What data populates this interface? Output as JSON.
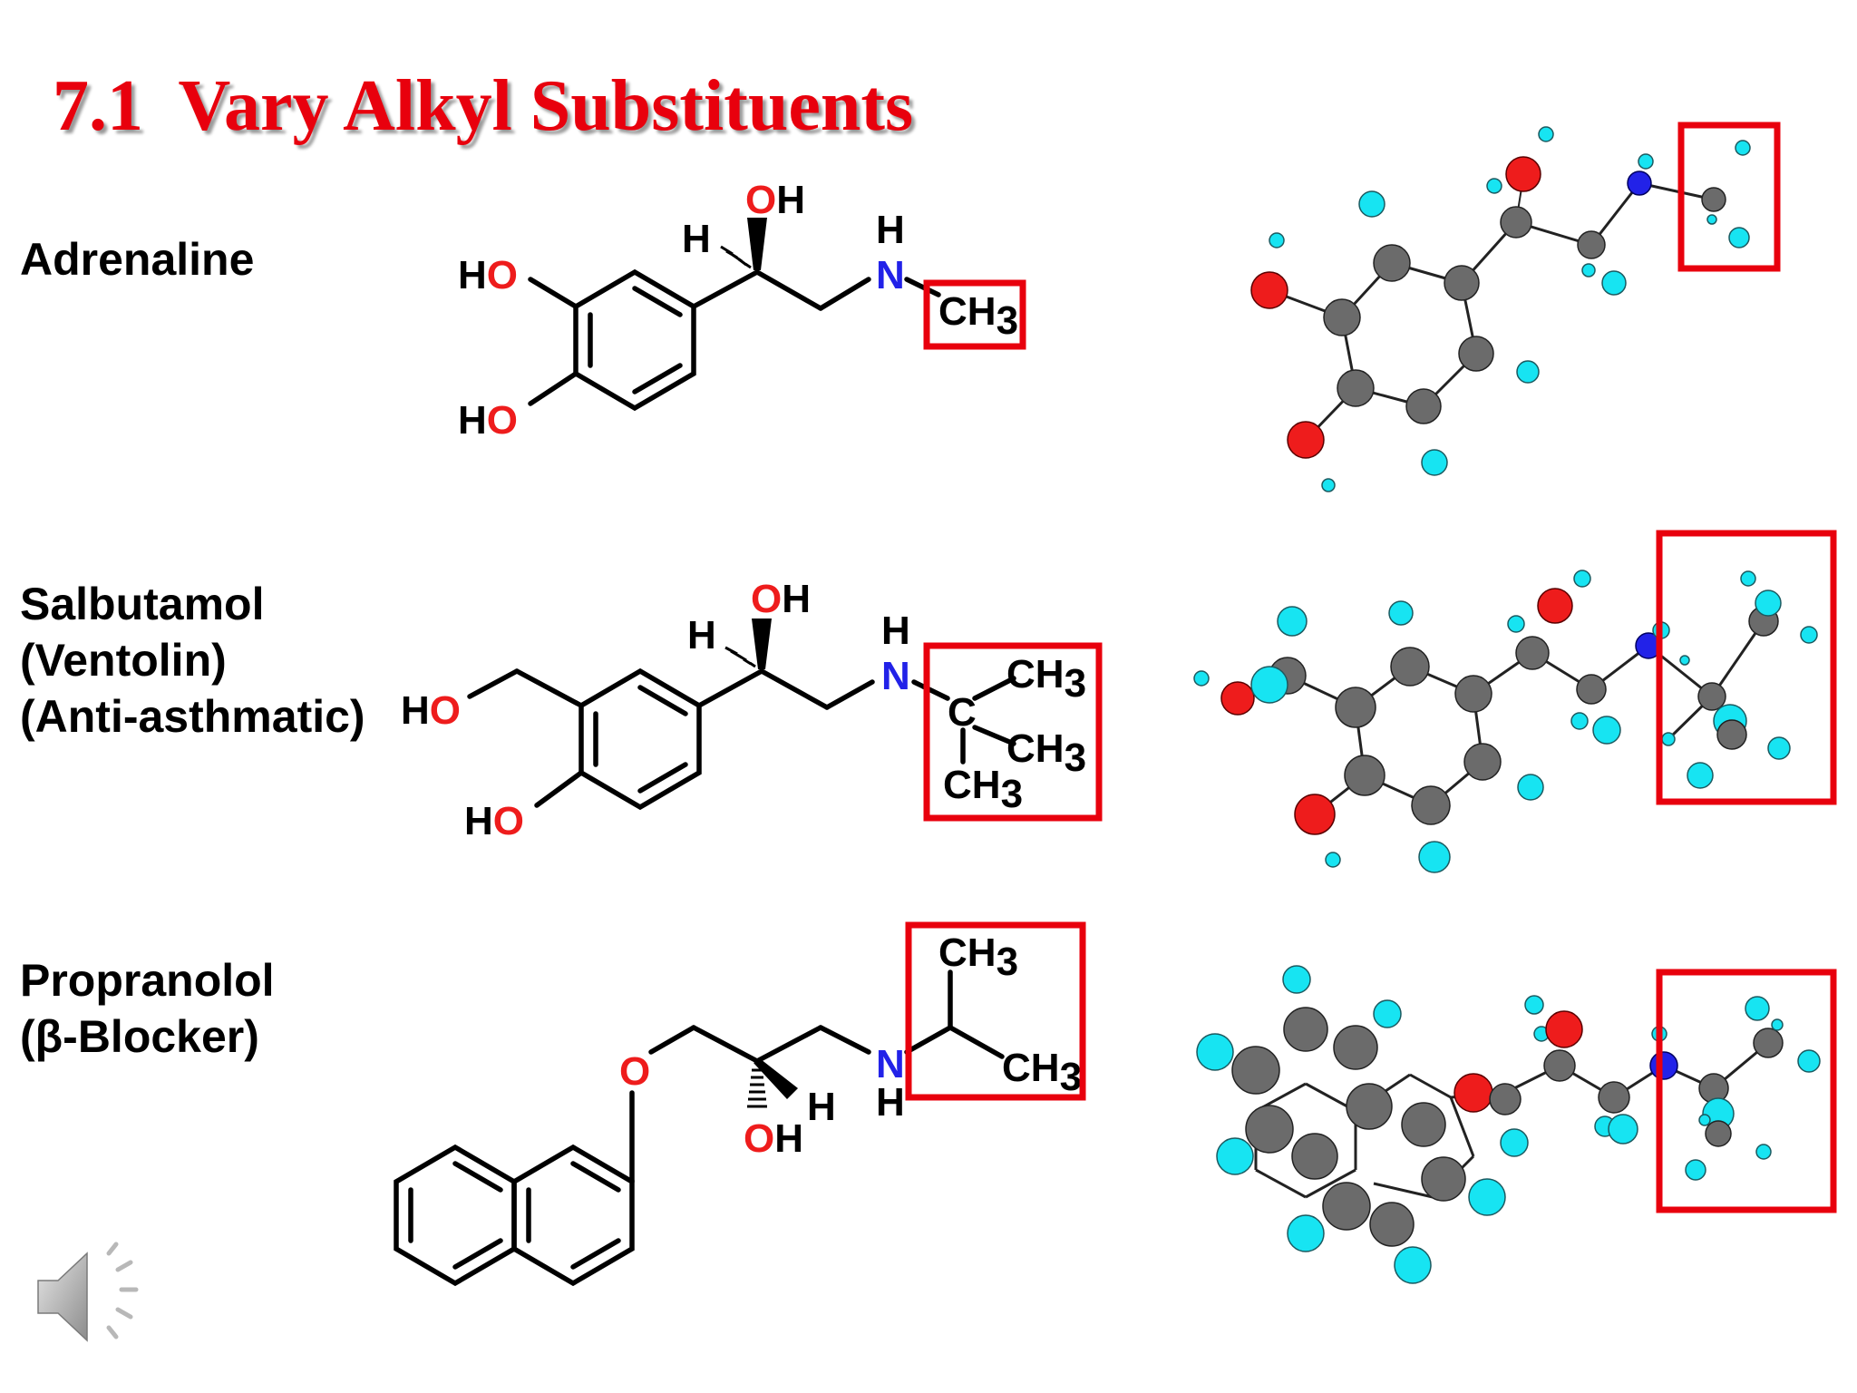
{
  "slide": {
    "title": "7.1  Vary Alkyl Substituents"
  },
  "drugs": [
    {
      "name_lines": [
        "Adrenaline"
      ]
    },
    {
      "name_lines": [
        "Salbutamol",
        "(Ventolin)",
        "(Anti-asthmatic)"
      ]
    },
    {
      "name_lines": [
        "Propranolol",
        "(β-Blocker)"
      ]
    }
  ],
  "atom_labels": {
    "OH": "OH",
    "HO": "HO",
    "H": "H",
    "N": "N",
    "O": "O",
    "C": "C",
    "CH": "CH",
    "sub3": "3"
  },
  "colors": {
    "title": "#e8000d",
    "highlight_box": "#e8000d",
    "oxygen": "#ee1c1c",
    "nitrogen": "#2222e8",
    "carbon_model": "#6b6b6b",
    "hydrogen_model": "#17e4f2"
  },
  "icons": {
    "audio": "speaker-icon"
  }
}
